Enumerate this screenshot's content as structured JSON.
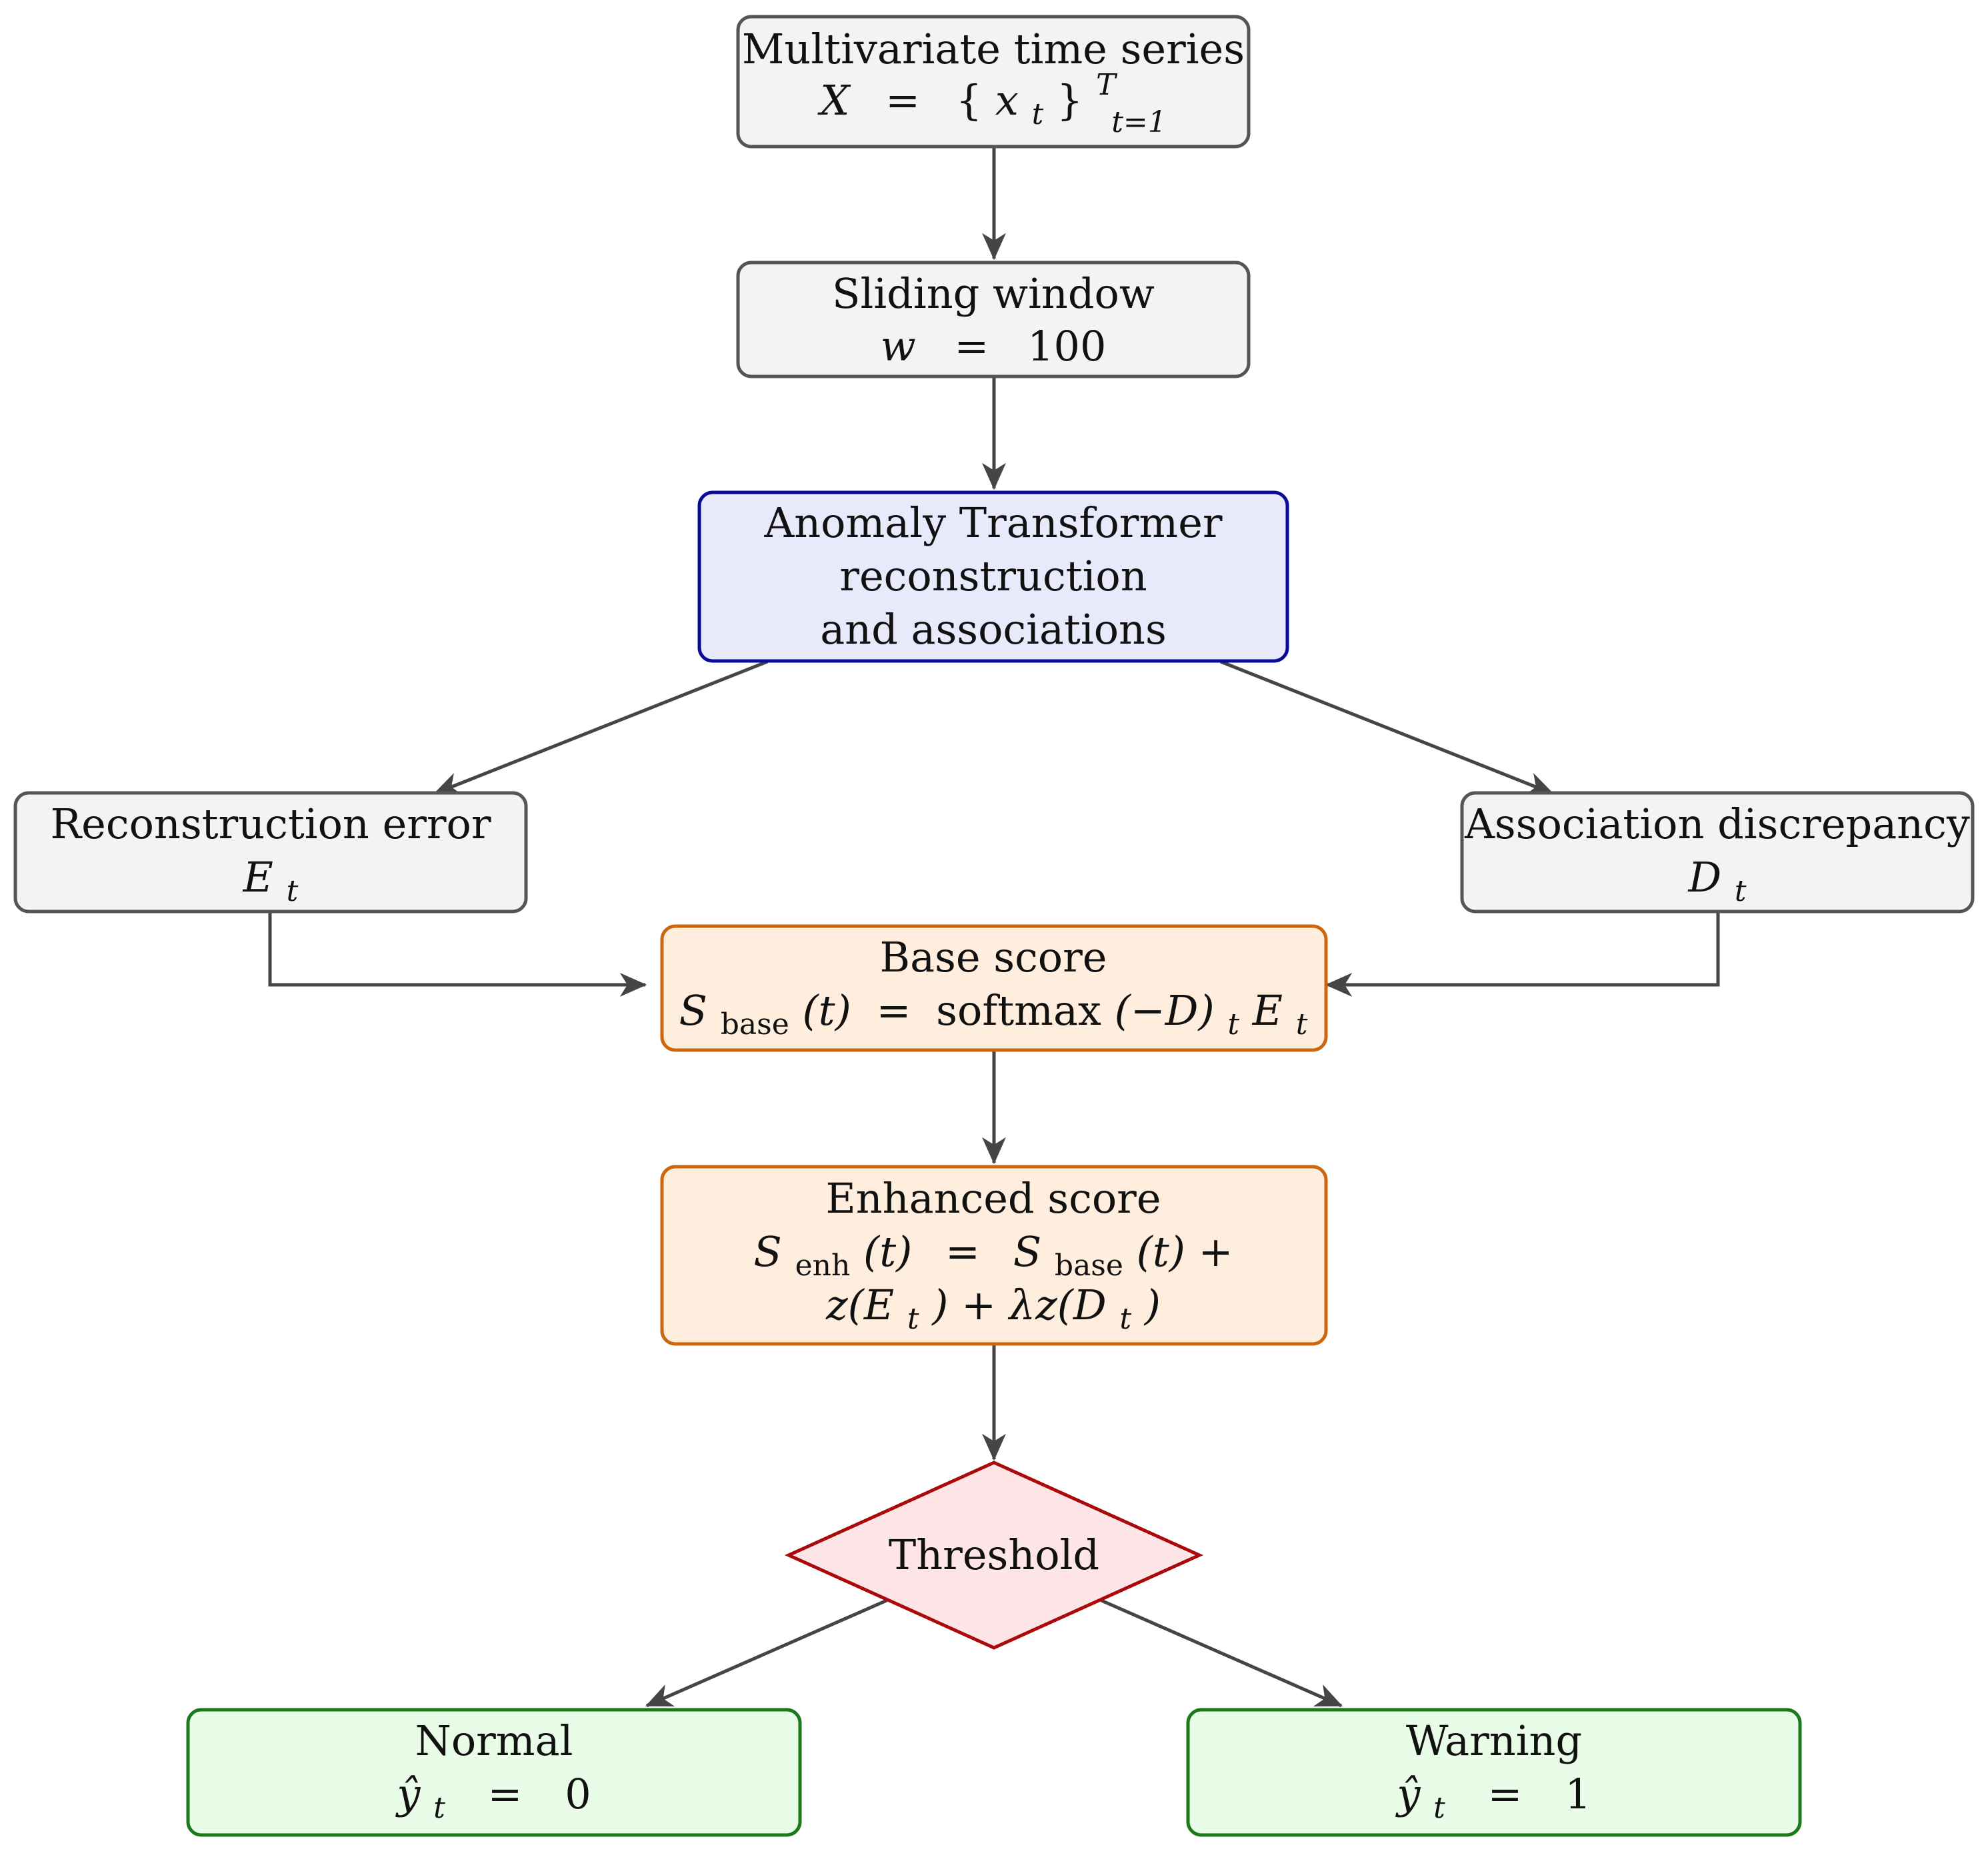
{
  "colors": {
    "gray_fill": "#f3f3f3",
    "gray_stroke": "#555555",
    "blue_fill": "#e8eafc",
    "blue_stroke": "#0a0a9a",
    "orange_fill": "#ffeedd",
    "orange_stroke": "#cc6611",
    "red_fill": "#fde4e6",
    "red_stroke": "#aa0a0a",
    "green_fill": "#e8fce8",
    "green_stroke": "#1a7a1a",
    "arrow": "#454545"
  },
  "nodes": {
    "input": {
      "line1": "Multivariate time series",
      "x_var": "X",
      "eq": "=",
      "set_open": "{",
      "x_t": "x",
      "t_sub": "t",
      "set_close": "}",
      "sup": "T",
      "sub": "t=1"
    },
    "window": {
      "line1": "Sliding window",
      "w_var": "w",
      "eq": "=",
      "value": "100"
    },
    "transformer": {
      "line1": "Anomaly Transformer",
      "line2": "reconstruction",
      "line3": "and associations"
    },
    "recon": {
      "line1": "Reconstruction error",
      "sym": "E",
      "sub": "t"
    },
    "assoc": {
      "line1": "Association discrepancy",
      "sym": "D",
      "sub": "t"
    },
    "base": {
      "line1": "Base score",
      "s": "S",
      "s_sub": "base",
      "t_arg": "(t)",
      "eq": "=",
      "fn": "softmax",
      "paren": "(−D)",
      "p_sub": "t",
      "e": "E",
      "e_sub": "t"
    },
    "enhanced": {
      "line1": "Enhanced score",
      "s": "S",
      "s_sub": "enh",
      "t_arg": "(t)",
      "eq": "=",
      "s2": "S",
      "s2_sub": "base",
      "t2_arg": "(t) +",
      "z1": "z(E",
      "z1_sub": "t",
      "z1_close": ") + λz(D",
      "z2_sub": "t",
      "z2_close": ")"
    },
    "threshold": {
      "label": "Threshold"
    },
    "normal": {
      "line1": "Normal",
      "y": "ŷ",
      "y_sub": "t",
      "eq": "=",
      "value": "0"
    },
    "warning": {
      "line1": "Warning",
      "y": "ŷ",
      "y_sub": "t",
      "eq": "=",
      "value": "1"
    }
  }
}
